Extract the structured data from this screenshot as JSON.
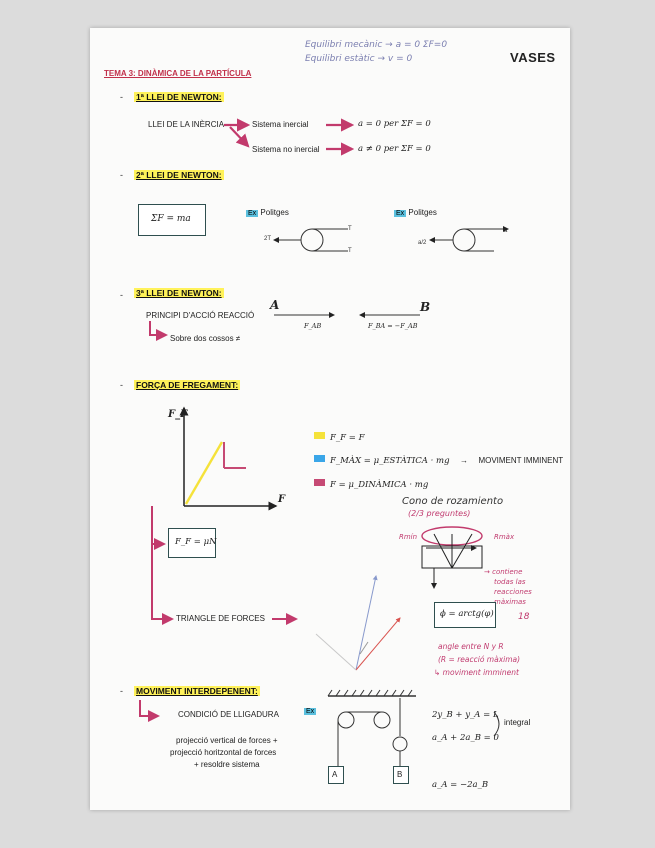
{
  "header": {
    "topic_title": "TEMA 3: DINÀMICA DE LA PARTÍCULA",
    "note_line1": "Equilibri mecànic → a = 0 ΣF=0",
    "note_line2": "Equilibri estàtic → v = 0",
    "logo": "VASES"
  },
  "colors": {
    "yellow": "#f5e23a",
    "blue": "#3aa6e8",
    "pink": "#c64a74",
    "magenta": "#c23a6c"
  },
  "newton1": {
    "title": "1ª LLEI DE NEWTON:",
    "label": "LLEI DE LA INÈRCIA",
    "inercial": "Sistema inercial",
    "inercial_eq": "a = 0  per ΣF = 0",
    "no_inercial": "Sistema no inercial",
    "no_inercial_eq": "a ≠ 0  per ΣF = 0"
  },
  "newton2": {
    "title": "2ª LLEI DE NEWTON:",
    "formula": "ΣF = ma",
    "ex_badge": "Ex",
    "ex1": "Politges",
    "ex2": "Politges",
    "lbl_2T": "2T",
    "lbl_T1": "T",
    "lbl_T2": "T",
    "lbl_a": "a",
    "lbl_a2": "a/2"
  },
  "newton3": {
    "title": "3ª LLEI DE NEWTON:",
    "principle": "PRINCIPI D'ACCIÓ REACCIÓ",
    "two_bodies": "Sobre dos cossos ≠",
    "A": "A",
    "B": "B",
    "fab": "F_AB",
    "fba": "F_BA = −F_AB"
  },
  "friction": {
    "title": "FORÇA DE FREGAMENT:",
    "axis_y": "F_F",
    "axis_x": "F",
    "legend1": "F_F = F",
    "legend2": "F_MÀX = μ_ESTÀTICA · mg",
    "legend2_arrow": "→",
    "legend2_result": "MOVIMENT IMMINENT",
    "legend3": "F = μ_DINÀMICA · mg",
    "formula": "F_F = μN",
    "triangle": "TRIANGLE DE FORCES",
    "cone_title": "Cono de rozamiento",
    "cone_sub": "(2/3 preguntes)",
    "rmin": "Rmín",
    "rmax": "Rmàx",
    "cone_note1": "→ contiene",
    "cone_note2": "todas las",
    "cone_note3": "reacciones",
    "cone_note4": "màximas",
    "phi_formula": "ϕ = arctg(φ)",
    "phi_num": "18",
    "angle_note1": "angle entre N y R",
    "angle_note2": "(R = reacció màxima)",
    "angle_note3": "↳ moviment imminent"
  },
  "interdep": {
    "title": "MOVIMENT INTERDEPENENT:",
    "condition": "CONDICIÓ DE LLIGADURA",
    "proj1": "projecció vertical de forces +",
    "proj2": "projecció horitzontal de forces",
    "proj3": "+ resoldre sistema",
    "ex_badge": "Ex",
    "eq1": "2y_B + y_A = L",
    "eq2": "a_A + 2a_B = 0",
    "eq3": "a_A = −2a_B",
    "integral": "integral",
    "boxA": "A",
    "boxB": "B"
  }
}
